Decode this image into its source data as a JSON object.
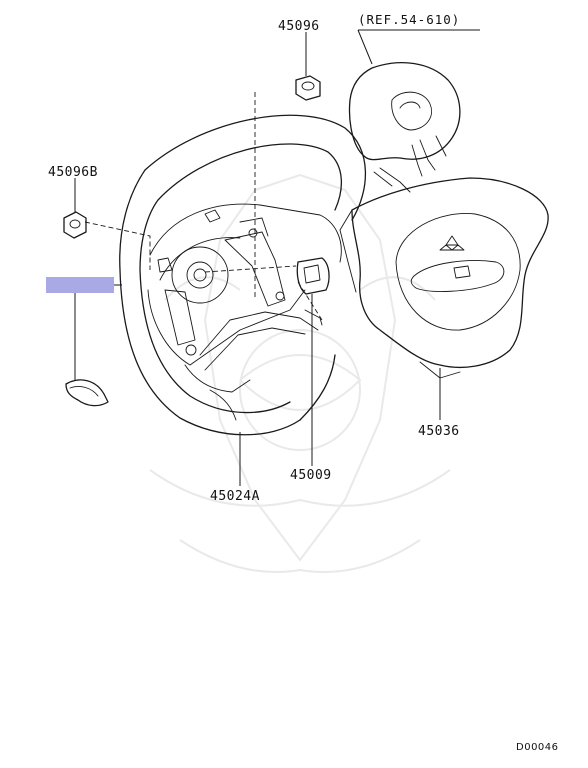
{
  "parts": {
    "nut_top": "45096",
    "clock_spring_ref": "(REF.54-610)",
    "nut_left": "45096B",
    "steering_wheel": "45024A",
    "cover": "45009",
    "airbag_module": "45036"
  },
  "highlight_color": "#a9a9e6",
  "diagram_code": "D00046"
}
